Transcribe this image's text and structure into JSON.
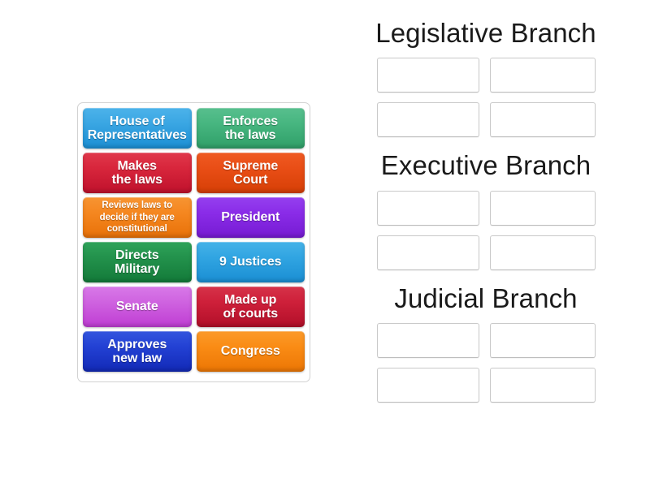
{
  "activity": {
    "type": "group-sort",
    "tray": {
      "name": "draggable-tiles-tray",
      "tiles": [
        {
          "label": "House of\nRepresentatives",
          "color": "#3aa6e3",
          "theme": "c-blue",
          "size": "normal"
        },
        {
          "label": "Enforces\nthe laws",
          "color": "#47b680",
          "theme": "c-seagreen",
          "size": "normal"
        },
        {
          "label": "Makes\nthe laws",
          "color": "#d8263c",
          "theme": "c-crimson",
          "size": "normal"
        },
        {
          "label": "Supreme\nCourt",
          "color": "#e94e16",
          "theme": "c-orangered",
          "size": "normal"
        },
        {
          "label": "Reviews laws to\ndecide if they are\nconstitutional",
          "color": "#f58720",
          "theme": "c-orange",
          "size": "small"
        },
        {
          "label": "President",
          "color": "#8a2ce8",
          "theme": "c-purple",
          "size": "normal"
        },
        {
          "label": "Directs\nMilitary",
          "color": "#23924c",
          "theme": "c-green",
          "size": "normal"
        },
        {
          "label": "9 Justices",
          "color": "#31a5e2",
          "theme": "c-lightblue",
          "size": "normal"
        },
        {
          "label": "Senate",
          "color": "#cf63e0",
          "theme": "c-orchid",
          "size": "normal"
        },
        {
          "label": "Made up\nof courts",
          "color": "#ce203a",
          "theme": "c-darkred",
          "size": "normal"
        },
        {
          "label": "Approves\nnew law",
          "color": "#2341d4",
          "theme": "c-royalblue",
          "size": "normal"
        },
        {
          "label": "Congress",
          "color": "#fa8c15",
          "theme": "c-amber",
          "size": "normal"
        }
      ]
    },
    "categories": [
      {
        "title": "Legislative Branch",
        "slots": [
          {
            "value": ""
          },
          {
            "value": ""
          },
          {
            "value": ""
          },
          {
            "value": ""
          }
        ]
      },
      {
        "title": "Executive Branch",
        "slots": [
          {
            "value": ""
          },
          {
            "value": ""
          },
          {
            "value": ""
          },
          {
            "value": ""
          }
        ]
      },
      {
        "title": "Judicial Branch",
        "slots": [
          {
            "value": ""
          },
          {
            "value": ""
          },
          {
            "value": ""
          },
          {
            "value": ""
          }
        ]
      }
    ]
  },
  "colors": {
    "page_background": "#ffffff",
    "tray_border": "#d2d2d2",
    "slot_border": "#c9c9c9",
    "title_text": "#1a1a1a",
    "tile_text": "#ffffff"
  }
}
